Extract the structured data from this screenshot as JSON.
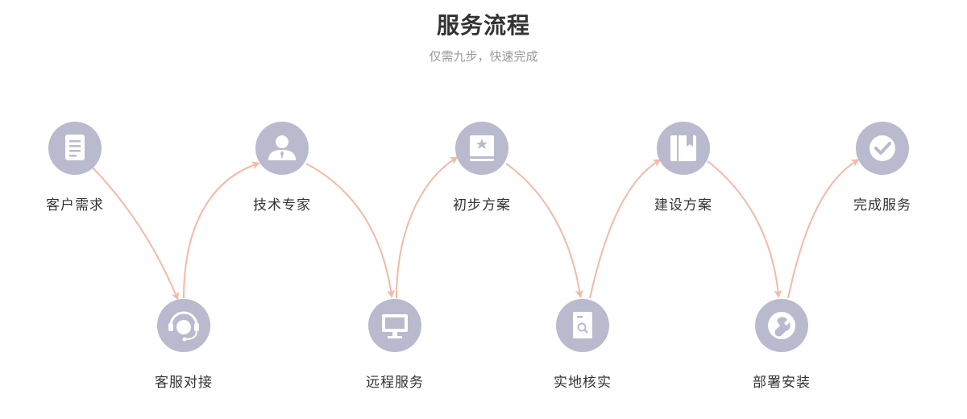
{
  "header": {
    "title": "服务流程",
    "subtitle": "仅需九步，快速完成"
  },
  "colors": {
    "circle": "#b9bacd",
    "icon": "#ffffff",
    "arrow": "#f5b9a6",
    "text": "#333333",
    "subtitle": "#999999"
  },
  "steps": [
    {
      "label": "客户需求",
      "icon": "document-icon"
    },
    {
      "label": "客服对接",
      "icon": "headset-icon"
    },
    {
      "label": "技术专家",
      "icon": "expert-icon"
    },
    {
      "label": "远程服务",
      "icon": "monitor-icon"
    },
    {
      "label": "初步方案",
      "icon": "star-book-icon"
    },
    {
      "label": "实地核实",
      "icon": "search-document-icon"
    },
    {
      "label": "建设方案",
      "icon": "bookmark-book-icon"
    },
    {
      "label": "部署安装",
      "icon": "wrench-icon"
    },
    {
      "label": "完成服务",
      "icon": "check-icon"
    }
  ]
}
